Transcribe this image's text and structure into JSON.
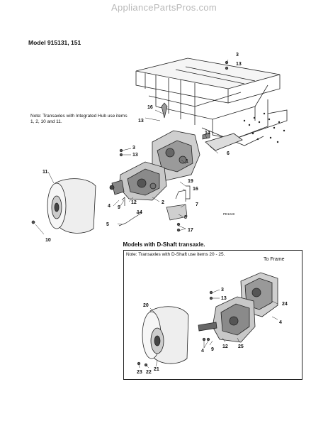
{
  "watermark": "AppliancePartsPros.com",
  "model_title": "Model 915131, 151",
  "note_integrated_hub": "Note: Transaxles with Integrated Hub use items 1, 2, 10 and 11.",
  "figure_code": "PE1248",
  "dshaft_title": "Models with D-Shaft transaxle.",
  "note_dshaft": "Note: Transaxles with D-Shaft use items 20 - 25.",
  "to_frame": "To Frame",
  "callouts_main": [
    "3",
    "13",
    "16",
    "13",
    "14",
    "6",
    "3",
    "13",
    "1",
    "11",
    "4",
    "9",
    "12",
    "2",
    "19",
    "16",
    "7",
    "8",
    "14",
    "5",
    "17",
    "10"
  ],
  "callouts_inset": [
    "3",
    "13",
    "20",
    "24",
    "4",
    "4",
    "9",
    "12",
    "25",
    "23",
    "22",
    "21"
  ]
}
